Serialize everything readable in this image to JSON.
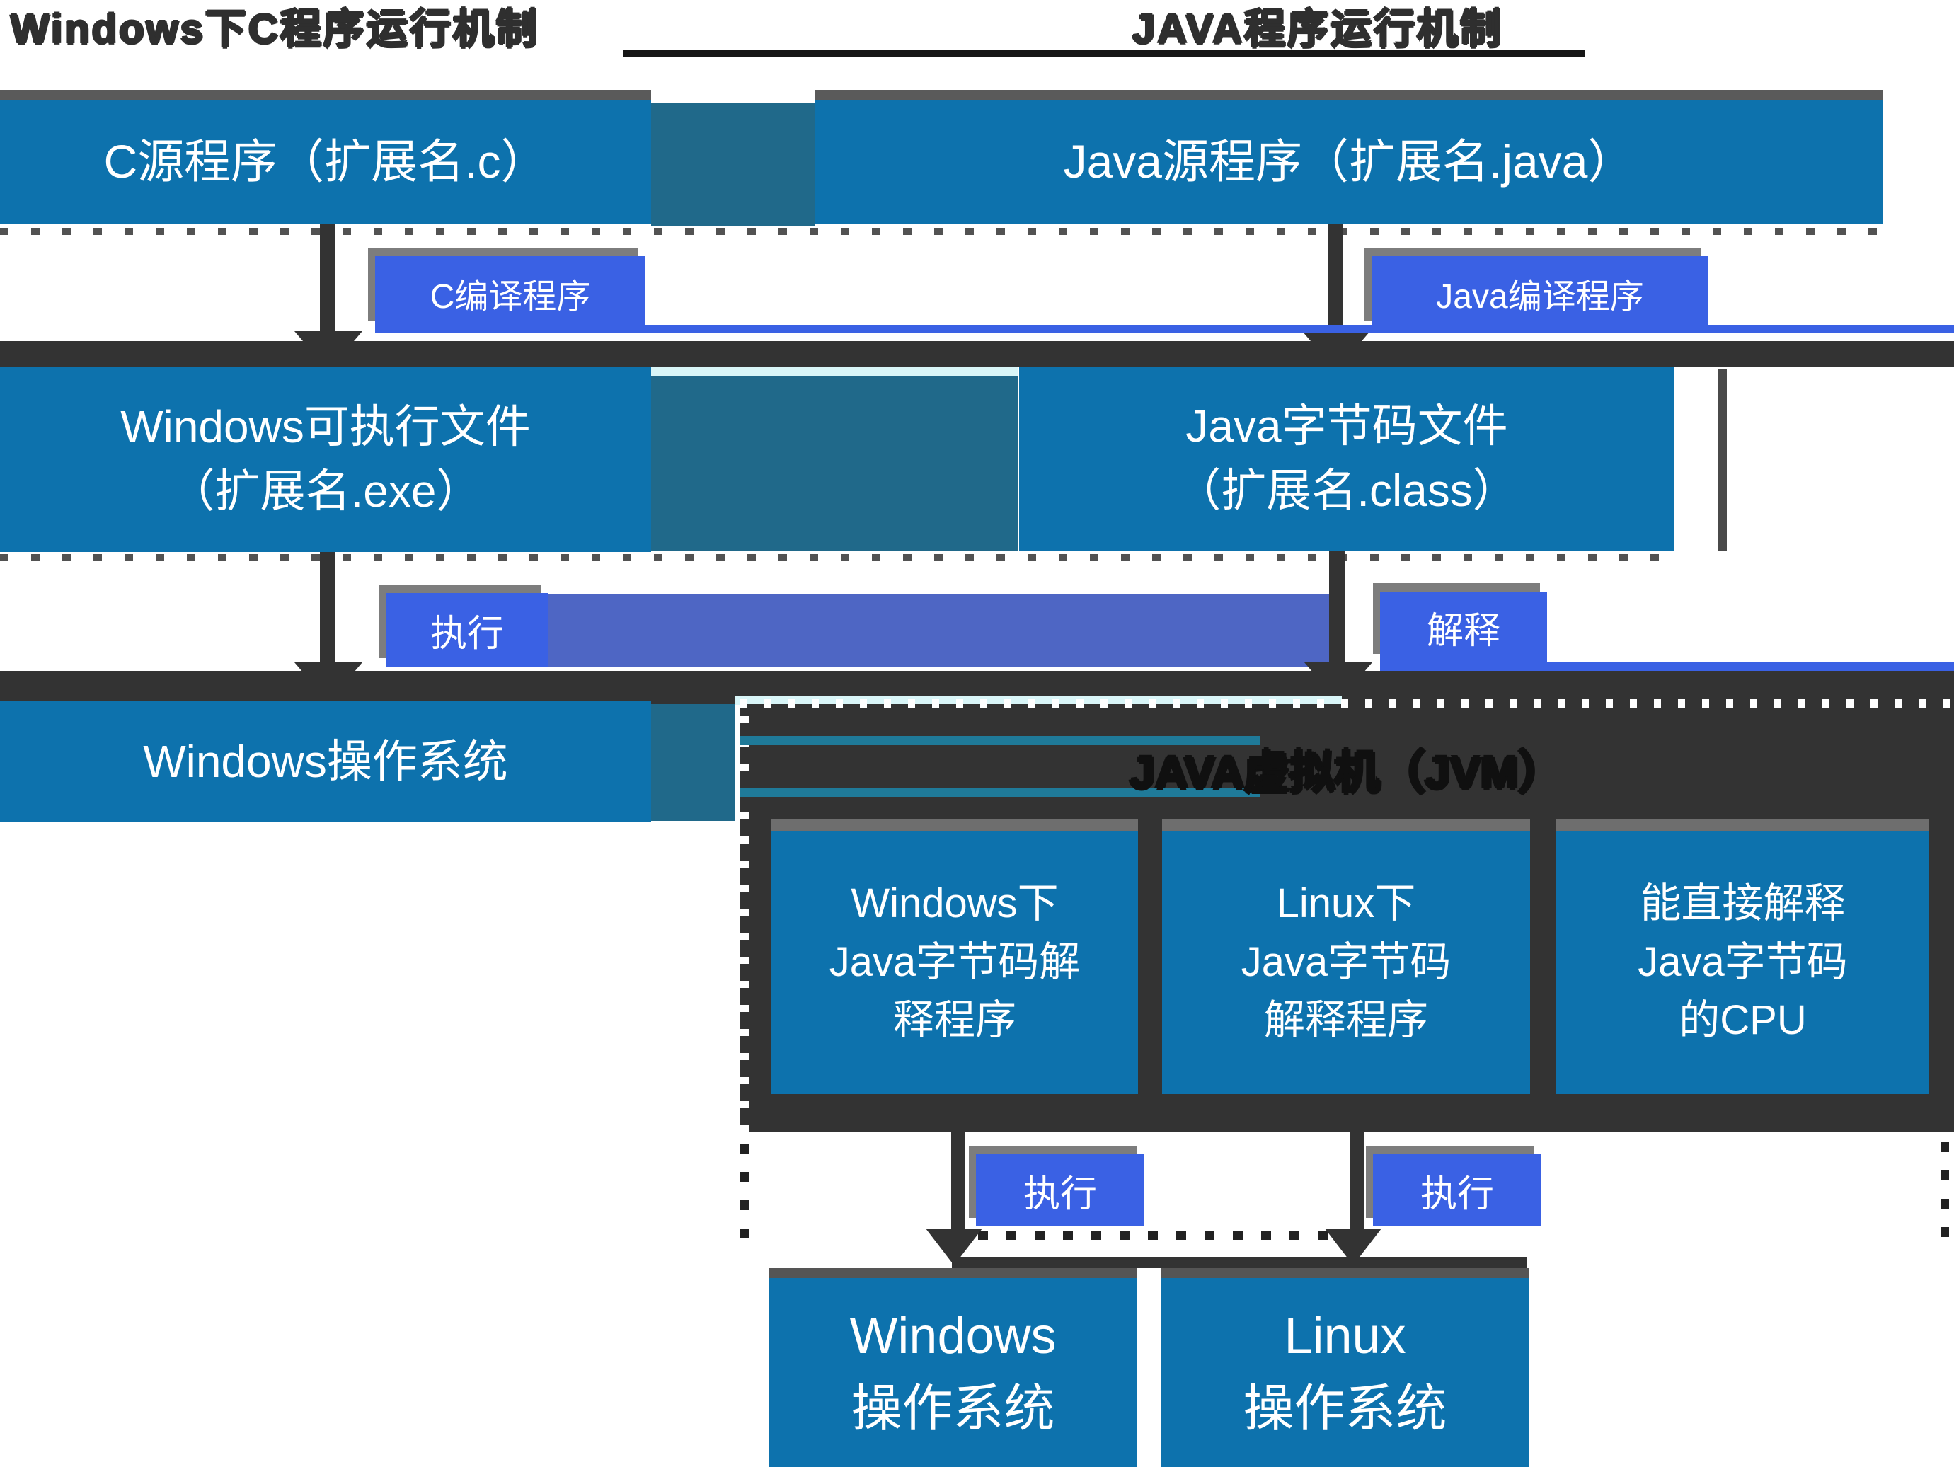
{
  "headers": {
    "left": "Windows下C程序运行机制",
    "right": "JAVA程序运行机制"
  },
  "colors": {
    "box_blue": "#0d72ad",
    "teal_block": "#20698a",
    "button_blue": "#3a61e4",
    "slate_band": "#4e66c4",
    "charcoal": "#333333",
    "light_cyan": "#d9f6f8",
    "shadow_gray": "#7d7d7d",
    "text_white": "#ffffff",
    "header_text": "#2f2f2f"
  },
  "c_flow": {
    "source": "C源程序（扩展名.c）",
    "compiler": "C编译程序",
    "exe_line1": "Windows可执行文件",
    "exe_line2": "（扩展名.exe）",
    "run": "执行",
    "os": "Windows操作系统"
  },
  "java_flow": {
    "source": "Java源程序（扩展名.java）",
    "compiler": "Java编译程序",
    "bytecode_line1": "Java字节码文件",
    "bytecode_line2": "（扩展名.class）",
    "interpret": "解释",
    "jvm_title": "JAVA虚拟机（JVM）",
    "interpreter_windows": [
      "Windows下",
      "Java字节码解",
      "释程序"
    ],
    "interpreter_linux": [
      "Linux下",
      "Java字节码",
      "解释程序"
    ],
    "cpu": [
      "能直接解释",
      "Java字节码",
      "的CPU"
    ],
    "run_windows": "执行",
    "run_linux": "执行",
    "os_windows": [
      "Windows",
      "操作系统"
    ],
    "os_linux": [
      "Linux",
      "操作系统"
    ]
  }
}
